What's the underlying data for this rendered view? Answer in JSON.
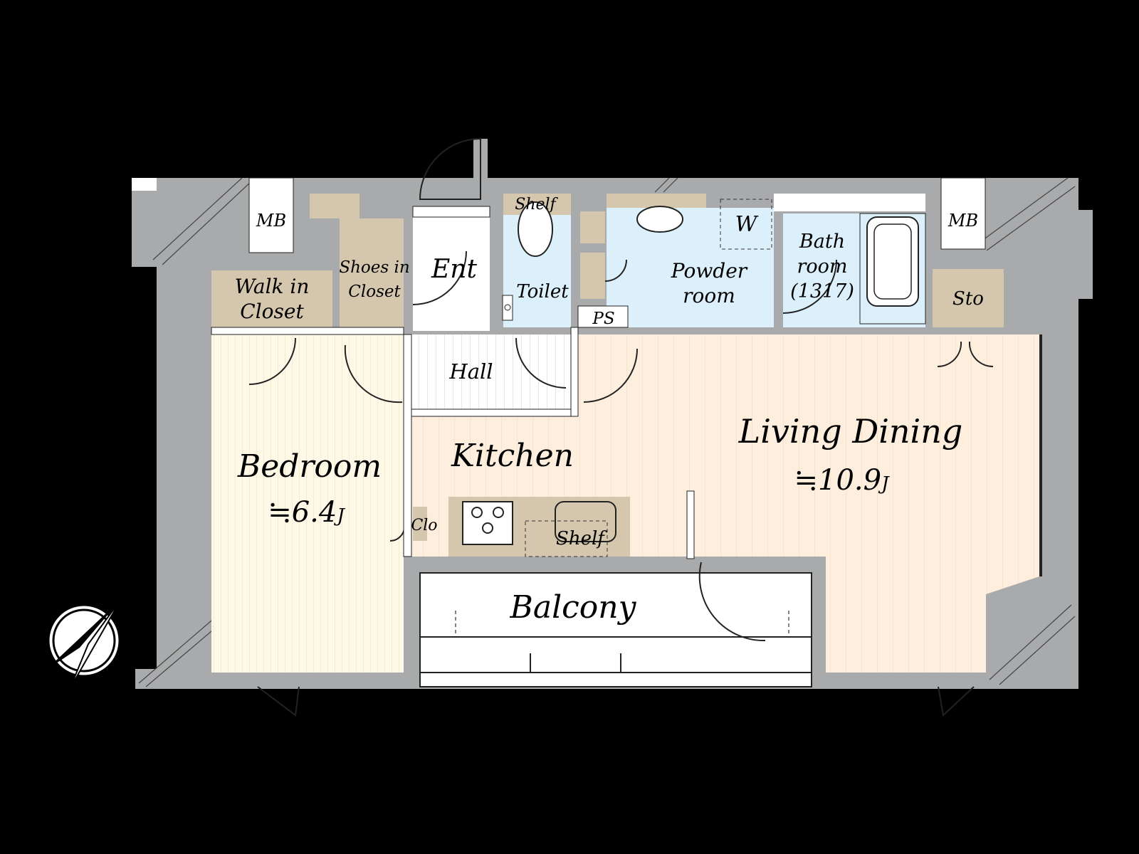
{
  "colors": {
    "background": "#000000",
    "wall": "#a9aaac",
    "bedroom_floor": "#fdf9e6",
    "living_floor": "#fdeedd",
    "wet_area": "#dcf0fb",
    "storage": "#d5c7ae",
    "white": "#ffffff"
  },
  "rooms": {
    "mb_left": "MB",
    "mb_right": "MB",
    "walk_in_closet_line1": "Walk in",
    "walk_in_closet_line2": "Closet",
    "shoes_closet_line1": "Shoes in",
    "shoes_closet_line2": "Closet",
    "entrance": "Ent",
    "shelf_top": "Shelf",
    "toilet": "Toilet",
    "ps": "PS",
    "powder_line1": "Powder",
    "powder_line2": "room",
    "washer": "W",
    "bath_line1": "Bath",
    "bath_line2": "room",
    "bath_line3": "(1317)",
    "storage": "Sto",
    "hall": "Hall",
    "kitchen": "Kitchen",
    "living_dining": "Living Dining",
    "living_dining_area": "≒10.9",
    "living_unit": "J",
    "bedroom": "Bedroom",
    "bedroom_area": "≒6.4",
    "bedroom_unit": "J",
    "closet_small": "Clo",
    "shelf_kitchen": "Shelf",
    "balcony": "Balcony"
  },
  "compass": {
    "label": "N",
    "icon": "north-arrow-icon"
  }
}
